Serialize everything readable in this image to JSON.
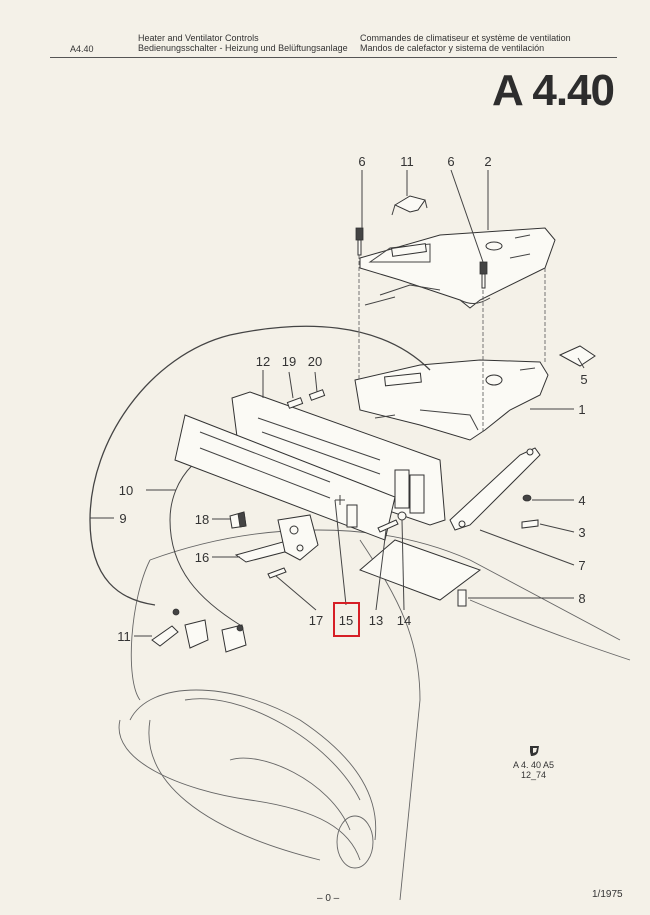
{
  "header": {
    "code_small": "A4.40",
    "title_en": "Heater and Ventilator Controls",
    "title_de": "Bedienungsschalter - Heizung und Belüftungsanlage",
    "title_fr": "Commandes de climatiseur et système de ventilation",
    "title_es": "Mandos de calefactor y sistema de ventilación",
    "code_large": "A 4.40"
  },
  "callouts": [
    {
      "id": "c6a",
      "label": "6"
    },
    {
      "id": "c11a",
      "label": "11"
    },
    {
      "id": "c6b",
      "label": "6"
    },
    {
      "id": "c2",
      "label": "2"
    },
    {
      "id": "c5",
      "label": "5"
    },
    {
      "id": "c12",
      "label": "12"
    },
    {
      "id": "c19",
      "label": "19"
    },
    {
      "id": "c20",
      "label": "20"
    },
    {
      "id": "c1",
      "label": "1"
    },
    {
      "id": "c10",
      "label": "10"
    },
    {
      "id": "c9",
      "label": "9"
    },
    {
      "id": "c18",
      "label": "18"
    },
    {
      "id": "c4",
      "label": "4"
    },
    {
      "id": "c3",
      "label": "3"
    },
    {
      "id": "c16",
      "label": "16"
    },
    {
      "id": "c7",
      "label": "7"
    },
    {
      "id": "c8",
      "label": "8"
    },
    {
      "id": "c17",
      "label": "17"
    },
    {
      "id": "c15",
      "label": "15"
    },
    {
      "id": "c13",
      "label": "13"
    },
    {
      "id": "c14",
      "label": "14"
    },
    {
      "id": "c11b",
      "label": "11"
    }
  ],
  "highlight_label": "15",
  "colors": {
    "highlight": "#d61f26",
    "paper": "#f4f1e8",
    "ink": "#333333"
  },
  "reference": {
    "icon": "shield-logo-icon",
    "line1": "A 4. 40 A5",
    "line2": "12_74"
  },
  "footer": {
    "page": "– 0 –",
    "date": "1/1975"
  }
}
